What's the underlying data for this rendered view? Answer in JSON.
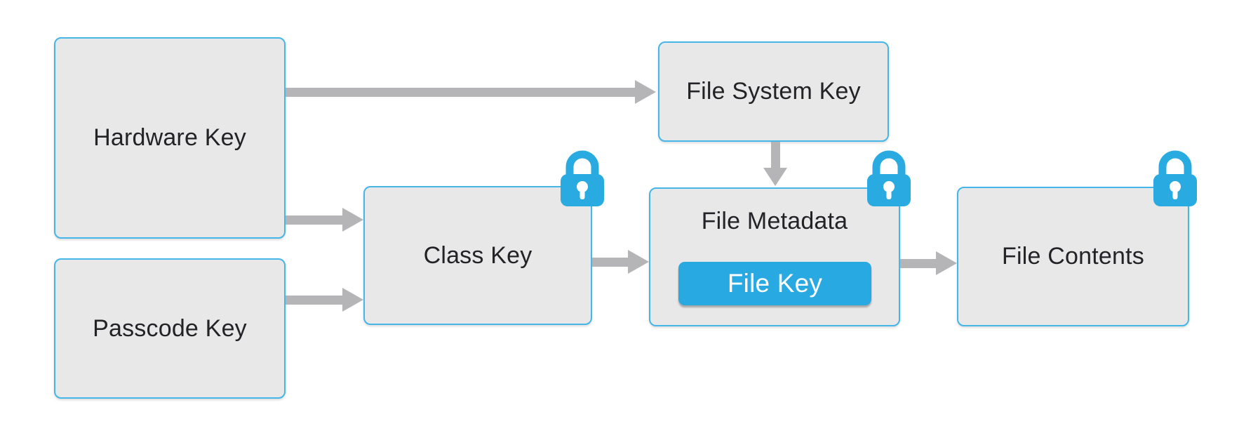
{
  "diagram": {
    "nodes": {
      "hardware_key": {
        "label": "Hardware Key"
      },
      "passcode_key": {
        "label": "Passcode Key"
      },
      "class_key": {
        "label": "Class Key",
        "locked": true
      },
      "file_system_key": {
        "label": "File System Key"
      },
      "file_metadata": {
        "label": "File Metadata",
        "locked": true
      },
      "file_key": {
        "label": "File Key"
      },
      "file_contents": {
        "label": "File Contents",
        "locked": true
      }
    },
    "edges": [
      {
        "from": "hardware_key",
        "to": "file_system_key"
      },
      {
        "from": "hardware_key",
        "to": "class_key"
      },
      {
        "from": "passcode_key",
        "to": "class_key"
      },
      {
        "from": "class_key",
        "to": "file_metadata"
      },
      {
        "from": "file_system_key",
        "to": "file_metadata"
      },
      {
        "from": "file_metadata",
        "to": "file_contents"
      }
    ],
    "icons": [
      "lock-icon",
      "lock-icon",
      "lock-icon"
    ],
    "colors": {
      "node_fill": "#e8e8e9",
      "node_border": "#44b6e8",
      "arrow_gray": "#b5b5b7",
      "lock_blue": "#29abe2",
      "file_key_button_blue": "#29a9e1",
      "text_dark": "#232226",
      "file_key_text": "#ffffff",
      "background": "#ffffff"
    }
  }
}
